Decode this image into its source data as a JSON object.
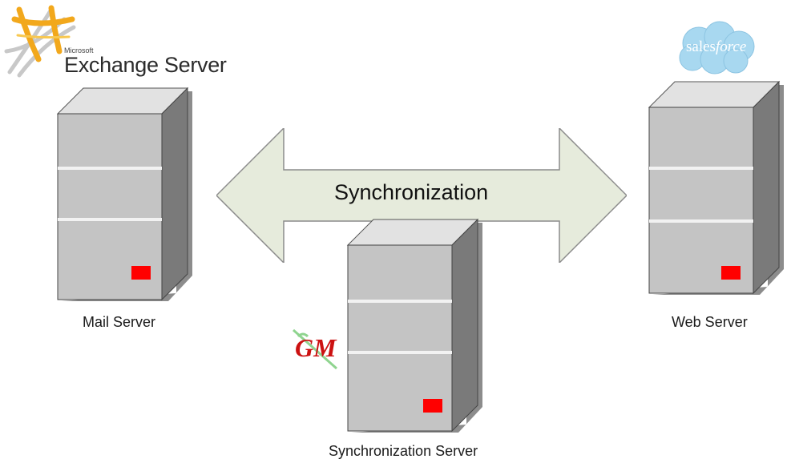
{
  "arrow": {
    "label": "Synchronization"
  },
  "servers": {
    "mail": {
      "label": "Mail Server"
    },
    "web": {
      "label": "Web Server"
    },
    "sync": {
      "label": "Synchronization Server"
    }
  },
  "logos": {
    "exchange": {
      "vendor": "Microsoft",
      "product": "Exchange Server"
    },
    "salesforce": {
      "text_sales": "sales",
      "text_force": "force"
    },
    "gm": {
      "text": "GM"
    }
  },
  "colors": {
    "arrow_fill": "#e6ebdc",
    "server_front": "#c4c4c4",
    "server_side": "#7a7a7a",
    "server_top": "#e2e2e2",
    "indicator": "#ff0000",
    "salesforce_cloud": "#a8d8f0"
  }
}
